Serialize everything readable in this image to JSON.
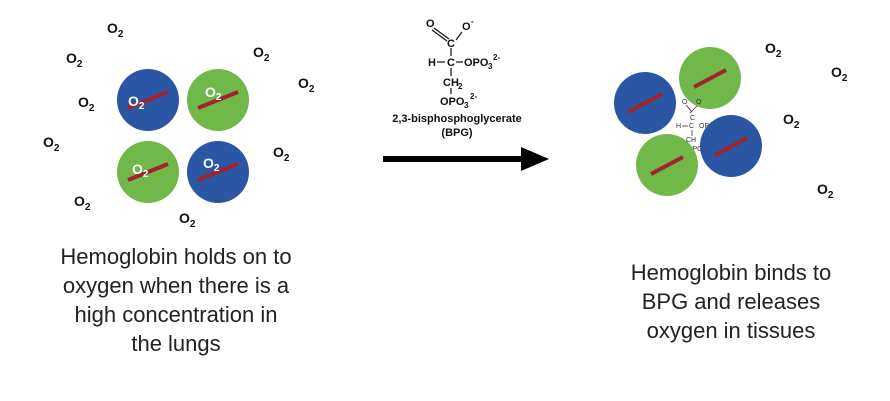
{
  "left_state": {
    "oxygen_label": "O",
    "oxygen_subscript": "2",
    "subunit_colors": [
      "#2b56a3",
      "#71b84a",
      "#71b84a",
      "#2b56a3"
    ],
    "caption_lines": [
      "Hemoglobin holds on to",
      "oxygen when there is a",
      "high concentration in",
      "the lungs"
    ]
  },
  "bpg": {
    "structure_text": {
      "carboxyl_o": "O",
      "carboxyl_c": "C",
      "carboxyl_o_minus": "O",
      "minus": "-",
      "h": "H",
      "c": "C",
      "opo3": "OPO",
      "sub3": "3",
      "charge": "2-",
      "ch2": "CH",
      "sub2": "2",
      "opo3_bottom": "OPO"
    },
    "label_line1": "2,3-bisphosphoglycerate",
    "label_line2": "(BPG)"
  },
  "right_state": {
    "oxygen_label": "O",
    "oxygen_subscript": "2",
    "subunit_colors": [
      "#2b56a3",
      "#71b84a",
      "#71b84a",
      "#2b56a3"
    ],
    "caption_lines": [
      "Hemoglobin binds to",
      "BPG and releases",
      "oxygen in tissues"
    ]
  },
  "colors": {
    "blue_subunit": "#2b56a3",
    "green_subunit": "#71b84a",
    "heme_bar": "#a1232b",
    "arrow": "#000000"
  }
}
